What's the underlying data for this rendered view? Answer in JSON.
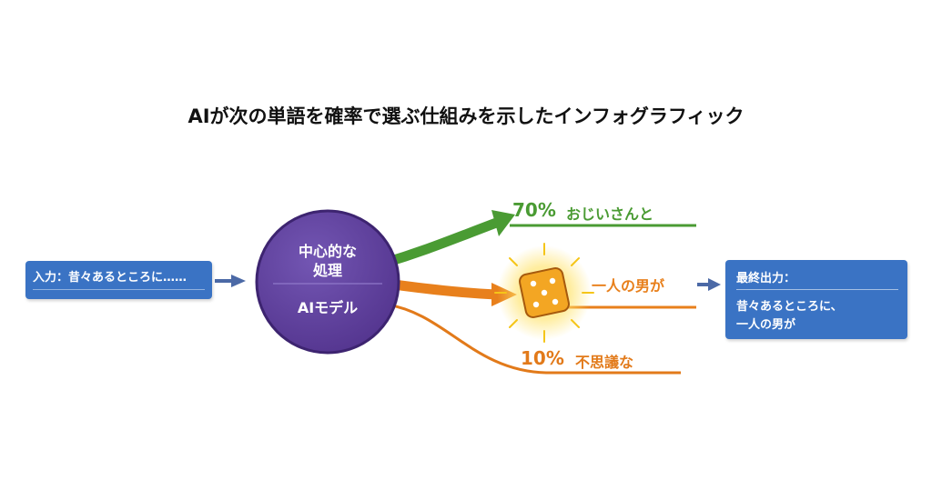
{
  "title": "AIが次の単語を確率で選ぶ仕組みを示したインフォグラフィック",
  "input": {
    "label": "入力：昔々あるところに……"
  },
  "model": {
    "line1": "中心的な",
    "line2": "処理",
    "line3": "AIモデル"
  },
  "branches": [
    {
      "percent": "70%",
      "word": "おじいさんと",
      "color": "#4a9b33"
    },
    {
      "percent": "",
      "word": "一人の男が",
      "color": "#e8801c",
      "selected": true
    },
    {
      "percent": "10%",
      "word": "不思議な",
      "color": "#e27a1a"
    }
  ],
  "output": {
    "heading": "最終出力：",
    "line1": "昔々あるところに、",
    "line2": "一人の男が"
  },
  "icons": [
    "dice-icon",
    "arrow-right-icon"
  ],
  "colors": {
    "box": "#3a73c4",
    "model": "#5e3e9e",
    "green": "#4a9b33",
    "orange": "#e8801c",
    "dice": "#f3a623"
  }
}
